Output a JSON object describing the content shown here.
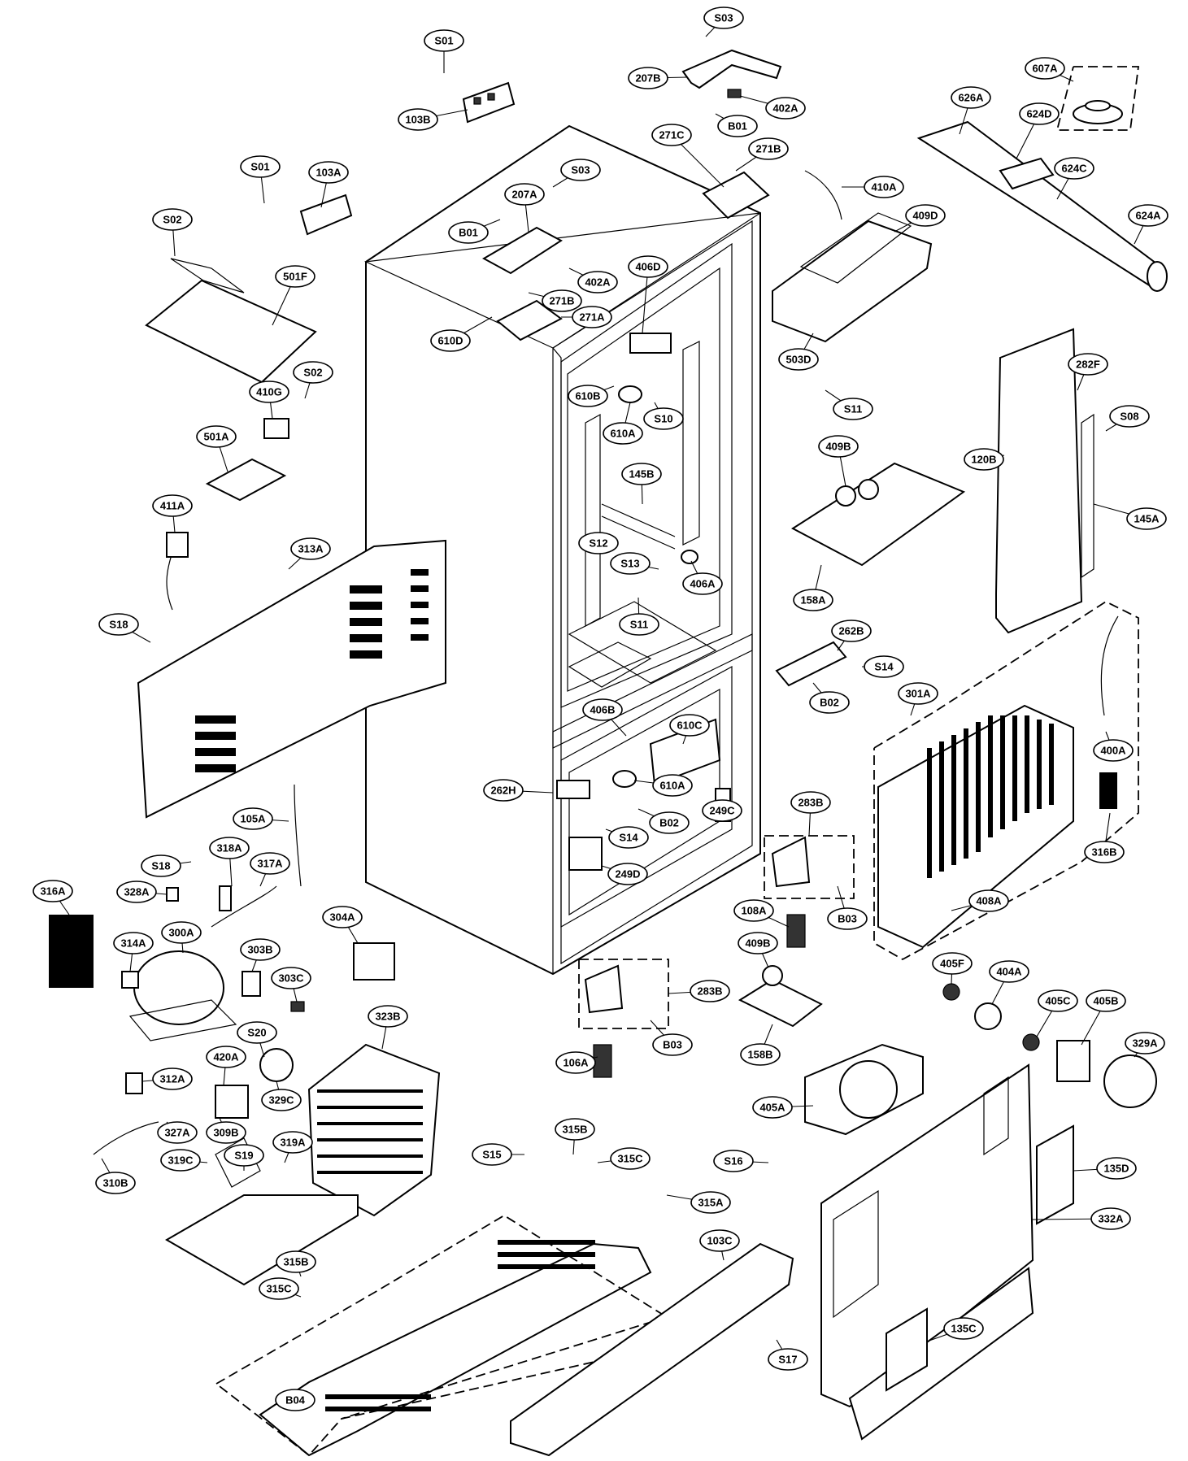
{
  "parts": [
    {
      "id": "S01-top",
      "label": "S01"
    },
    {
      "id": "103B",
      "label": "103B"
    },
    {
      "id": "S03-top",
      "label": "S03"
    },
    {
      "id": "207B",
      "label": "207B"
    },
    {
      "id": "402A-top",
      "label": "402A"
    },
    {
      "id": "B01-top",
      "label": "B01"
    },
    {
      "id": "271C",
      "label": "271C"
    },
    {
      "id": "271B-top",
      "label": "271B"
    },
    {
      "id": "607A",
      "label": "607A"
    },
    {
      "id": "626A",
      "label": "626A"
    },
    {
      "id": "624D",
      "label": "624D"
    },
    {
      "id": "624C",
      "label": "624C"
    },
    {
      "id": "624A",
      "label": "624A"
    },
    {
      "id": "410A",
      "label": "410A"
    },
    {
      "id": "409D",
      "label": "409D"
    },
    {
      "id": "S01-left",
      "label": "S01"
    },
    {
      "id": "103A",
      "label": "103A"
    },
    {
      "id": "S03-mid",
      "label": "S03"
    },
    {
      "id": "207A",
      "label": "207A"
    },
    {
      "id": "B01-mid",
      "label": "B01"
    },
    {
      "id": "S02-top",
      "label": "S02"
    },
    {
      "id": "501F",
      "label": "501F"
    },
    {
      "id": "402A-mid",
      "label": "402A"
    },
    {
      "id": "271B-mid",
      "label": "271B"
    },
    {
      "id": "406D",
      "label": "406D"
    },
    {
      "id": "271A",
      "label": "271A"
    },
    {
      "id": "610D",
      "label": "610D"
    },
    {
      "id": "503D",
      "label": "503D"
    },
    {
      "id": "282F",
      "label": "282F"
    },
    {
      "id": "S02-mid",
      "label": "S02"
    },
    {
      "id": "410G",
      "label": "410G"
    },
    {
      "id": "610B",
      "label": "610B"
    },
    {
      "id": "S11-top",
      "label": "S11"
    },
    {
      "id": "S08",
      "label": "S08"
    },
    {
      "id": "610A-top",
      "label": "610A"
    },
    {
      "id": "S10",
      "label": "S10"
    },
    {
      "id": "501A",
      "label": "501A"
    },
    {
      "id": "409B-top",
      "label": "409B"
    },
    {
      "id": "120B",
      "label": "120B"
    },
    {
      "id": "145B",
      "label": "145B"
    },
    {
      "id": "411A",
      "label": "411A"
    },
    {
      "id": "145A",
      "label": "145A"
    },
    {
      "id": "S12",
      "label": "S12"
    },
    {
      "id": "313A",
      "label": "313A"
    },
    {
      "id": "S13",
      "label": "S13"
    },
    {
      "id": "406A",
      "label": "406A"
    },
    {
      "id": "158A",
      "label": "158A"
    },
    {
      "id": "S18-top",
      "label": "S18"
    },
    {
      "id": "S11-mid",
      "label": "S11"
    },
    {
      "id": "262B",
      "label": "262B"
    },
    {
      "id": "S14-right",
      "label": "S14"
    },
    {
      "id": "301A",
      "label": "301A"
    },
    {
      "id": "406B",
      "label": "406B"
    },
    {
      "id": "610C",
      "label": "610C"
    },
    {
      "id": "B02-right",
      "label": "B02"
    },
    {
      "id": "400A",
      "label": "400A"
    },
    {
      "id": "262H",
      "label": "262H"
    },
    {
      "id": "610A-bot",
      "label": "610A"
    },
    {
      "id": "249C",
      "label": "249C"
    },
    {
      "id": "283B-top",
      "label": "283B"
    },
    {
      "id": "B02-mid",
      "label": "B02"
    },
    {
      "id": "105A",
      "label": "105A"
    },
    {
      "id": "S14-mid",
      "label": "S14"
    },
    {
      "id": "316B",
      "label": "316B"
    },
    {
      "id": "S18-bot",
      "label": "S18"
    },
    {
      "id": "318A",
      "label": "318A"
    },
    {
      "id": "317A",
      "label": "317A"
    },
    {
      "id": "249D",
      "label": "249D"
    },
    {
      "id": "316A",
      "label": "316A"
    },
    {
      "id": "328A",
      "label": "328A"
    },
    {
      "id": "408A",
      "label": "408A"
    },
    {
      "id": "108A",
      "label": "108A"
    },
    {
      "id": "B03-right",
      "label": "B03"
    },
    {
      "id": "304A",
      "label": "304A"
    },
    {
      "id": "300A",
      "label": "300A"
    },
    {
      "id": "314A",
      "label": "314A"
    },
    {
      "id": "303B",
      "label": "303B"
    },
    {
      "id": "409B-bot",
      "label": "409B"
    },
    {
      "id": "405F",
      "label": "405F"
    },
    {
      "id": "404A",
      "label": "404A"
    },
    {
      "id": "303C",
      "label": "303C"
    },
    {
      "id": "283B-bot",
      "label": "283B"
    },
    {
      "id": "405C",
      "label": "405C"
    },
    {
      "id": "405B",
      "label": "405B"
    },
    {
      "id": "323B",
      "label": "323B"
    },
    {
      "id": "S20",
      "label": "S20"
    },
    {
      "id": "B03-bot",
      "label": "B03"
    },
    {
      "id": "158B",
      "label": "158B"
    },
    {
      "id": "329A",
      "label": "329A"
    },
    {
      "id": "420A",
      "label": "420A"
    },
    {
      "id": "106A",
      "label": "106A"
    },
    {
      "id": "312A",
      "label": "312A"
    },
    {
      "id": "329C",
      "label": "329C"
    },
    {
      "id": "405A",
      "label": "405A"
    },
    {
      "id": "327A",
      "label": "327A"
    },
    {
      "id": "309B",
      "label": "309B"
    },
    {
      "id": "S19",
      "label": "S19"
    },
    {
      "id": "319A",
      "label": "319A"
    },
    {
      "id": "315B-top",
      "label": "315B"
    },
    {
      "id": "310B",
      "label": "310B"
    },
    {
      "id": "319C",
      "label": "319C"
    },
    {
      "id": "S15",
      "label": "S15"
    },
    {
      "id": "315C-top",
      "label": "315C"
    },
    {
      "id": "S16",
      "label": "S16"
    },
    {
      "id": "135D",
      "label": "135D"
    },
    {
      "id": "315A",
      "label": "315A"
    },
    {
      "id": "332A",
      "label": "332A"
    },
    {
      "id": "103C",
      "label": "103C"
    },
    {
      "id": "315B-bot",
      "label": "315B"
    },
    {
      "id": "315C-bot",
      "label": "315C"
    },
    {
      "id": "135C",
      "label": "135C"
    },
    {
      "id": "S17",
      "label": "S17"
    },
    {
      "id": "B04",
      "label": "B04"
    }
  ]
}
